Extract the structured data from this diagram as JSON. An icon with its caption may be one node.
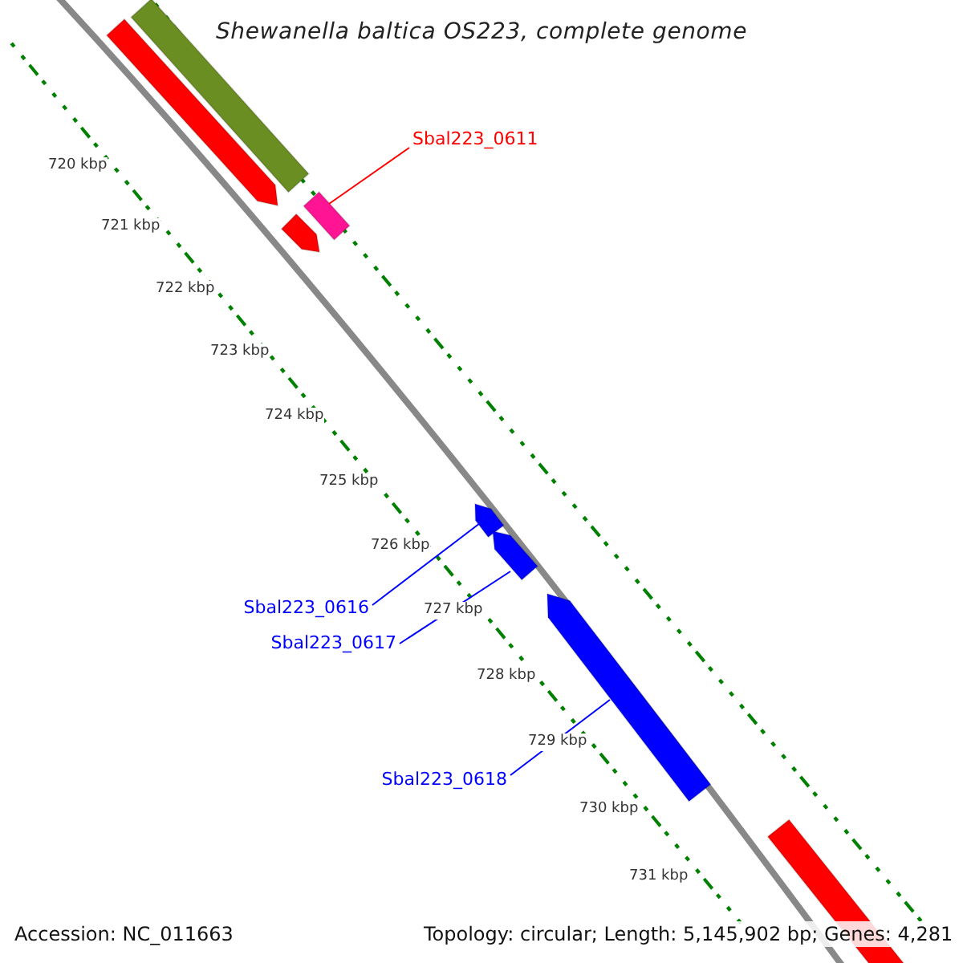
{
  "diagram": {
    "title": "Shewanella baltica OS223, complete genome",
    "nodes": [
      {
        "text": [
          "Sbal223_0611"
        ]
      },
      {
        "text": [
          "Sbal223_0616"
        ]
      },
      {
        "text": [
          "Sbal223_0617"
        ]
      },
      {
        "text": [
          "Sbal223_0618"
        ]
      },
      {
        "text": [],
        "shape": "bar"
      },
      {
        "text": [],
        "shape": "arrow"
      },
      {
        "text": [],
        "shape": "arrow"
      },
      {
        "text": [],
        "shape": "arrow"
      },
      {
        "text": [],
        "shape": "bar"
      },
      {
        "text": [],
        "shape": "arrow"
      },
      {
        "text": [],
        "shape": "arrow"
      },
      {
        "text": [],
        "shape": "bar"
      }
    ],
    "edges": [
      {
        "from": 0,
        "to": 4,
        "arrow": "none",
        "color": "#ff0000"
      },
      {
        "from": 1,
        "to": 5,
        "arrow": "none"
      },
      {
        "from": 2,
        "to": 6,
        "arrow": "none"
      },
      {
        "from": 3,
        "to": 7,
        "arrow": "none"
      }
    ],
    "labels": [
      "720 kbp",
      "721 kbp",
      "722 kbp",
      "723 kbp",
      "724 kbp",
      "725 kbp",
      "726 kbp",
      "727 kbp",
      "728 kbp",
      "729 kbp",
      "730 kbp",
      "731 kbp",
      "Accession: NC_011663",
      "Topology: circular; Length: 5,145,902 bp; Genes: 4,281"
    ]
  }
}
